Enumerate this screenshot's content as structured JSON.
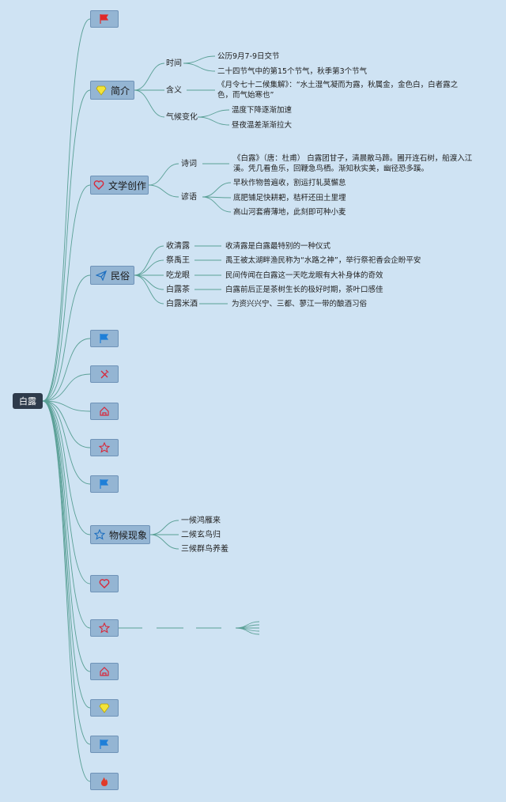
{
  "root": "白露",
  "nodes": {
    "jianjie": "简介",
    "wenxue": "文学创作",
    "minsu": "民俗",
    "wuhou": "物候现象"
  },
  "intro": {
    "time_label": "时间",
    "time_items": [
      "公历9月7-9日交节",
      "二十四节气中的第15个节气，秋季第3个节气"
    ],
    "meaning_label": "含义",
    "meaning_text": "《月令七十二候集解》：“水土湿气凝而为露，秋属金，金色白，白者露之色，而气始寒也”",
    "climate_label": "气候变化",
    "climate_items": [
      "温度下降逐渐加速",
      "昼夜温差渐渐拉大"
    ]
  },
  "literature": {
    "poem_label": "诗词",
    "poem_text": "《白露》（唐：杜甫） 白露团甘子，清晨散马蹄。圃开连石树，船渡入江溪。凭几看鱼乐，回鞭急鸟栖。渐知秋实美，幽径恐多蹊。",
    "proverb_label": "谚语",
    "proverb_items": [
      "早秋作物普遍收，割运打轧莫懈怠",
      "底肥铺足快耕耙，秸秆还田土里埋",
      "高山河套瘠薄地，此刻即可种小麦"
    ]
  },
  "customs": {
    "items": [
      {
        "label": "收清露",
        "desc": "收清露是白露最特别的一种仪式"
      },
      {
        "label": "祭禹王",
        "desc": "禹王被太湖畔渔民称为“水路之神”，举行祭祀香会企盼平安"
      },
      {
        "label": "吃龙眼",
        "desc": "民间传闻在白露这一天吃龙眼有大补身体的奇效"
      },
      {
        "label": "白露茶",
        "desc": "白露前后正是茶树生长的极好时期，茶叶口感佳"
      },
      {
        "label": "白露米酒",
        "desc": "为资兴兴宁、三都、蓼江一带的酿酒习俗"
      }
    ]
  },
  "phenology": {
    "items": [
      "一候鸿雁来",
      "二候玄鸟归",
      "三候群鸟养羞"
    ]
  },
  "icons": {
    "flag": "flag-icon",
    "diamond": "diamond-icon",
    "heart": "heart-icon",
    "plane": "paper-plane-icon",
    "tools": "tools-icon",
    "home": "home-icon",
    "star": "star-icon",
    "fire": "fire-icon"
  },
  "colors": {
    "background": "#cfe3f3",
    "node": "#94b5d3",
    "root": "#2e3b4b",
    "edge": "#5aa096"
  }
}
